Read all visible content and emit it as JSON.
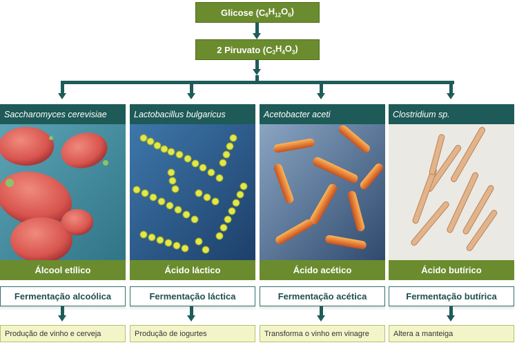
{
  "top": {
    "glucose_label": "Glicose (C",
    "glucose_formula": [
      [
        "6",
        "H"
      ],
      [
        "12",
        "O"
      ],
      [
        "6",
        ")"
      ]
    ],
    "pyruvate_label": "2 Piruvato  (C",
    "pyruvate_formula": [
      [
        "3",
        "H"
      ],
      [
        "4",
        "O"
      ],
      [
        "3",
        ")"
      ]
    ]
  },
  "columns": [
    {
      "organism": "Saccharomyces cerevisiae",
      "product": "Álcool etílico",
      "fermentation": "Fermentação alcoólica",
      "use": "Produção de vinho e cerveja"
    },
    {
      "organism": "Lactobacillus bulgaricus",
      "product": "Ácido láctico",
      "fermentation": "Fermentação láctica",
      "use": "Produção de iogurtes"
    },
    {
      "organism": "Acetobacter aceti",
      "product": "Ácido acético",
      "fermentation": "Fermentação acética",
      "use": "Transforma o vinho em vinagre"
    },
    {
      "organism": "Clostridium sp.",
      "product": "Ácido butírico",
      "fermentation": "Fermentação butírica",
      "use": "Altera a manteiga"
    }
  ],
  "colors": {
    "header_green": "#6b8c2e",
    "teal": "#1e5a57",
    "use_bg": "#f3f5c9"
  }
}
